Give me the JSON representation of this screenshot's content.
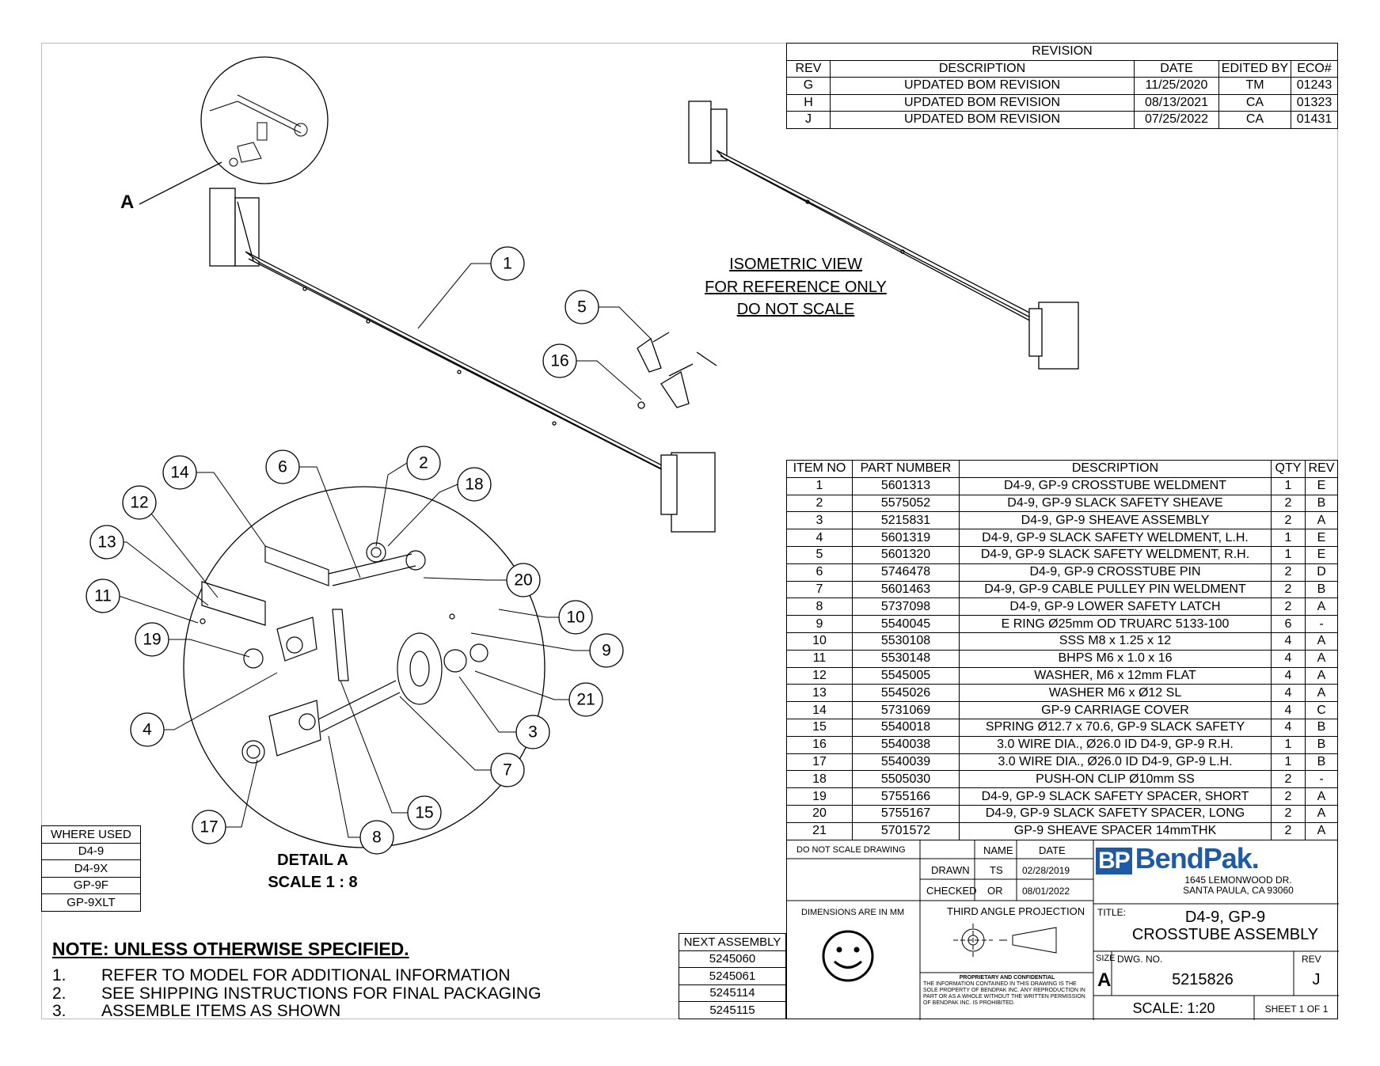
{
  "revision": {
    "title": "REVISION",
    "headers": [
      "REV",
      "DESCRIPTION",
      "DATE",
      "EDITED BY",
      "ECO#"
    ],
    "rows": [
      [
        "G",
        "UPDATED BOM REVISION",
        "11/25/2020",
        "TM",
        "01243"
      ],
      [
        "H",
        "UPDATED BOM REVISION",
        "08/13/2021",
        "CA",
        "01323"
      ],
      [
        "J",
        "UPDATED BOM REVISION",
        "07/25/2022",
        "CA",
        "01431"
      ]
    ]
  },
  "iso_note": [
    "ISOMETRIC VIEW",
    "FOR REFERENCE ONLY",
    "DO NOT SCALE"
  ],
  "detail_label": "A",
  "detail_title": [
    "DETAIL A",
    "SCALE 1 : 8"
  ],
  "balloons": {
    "top": [
      "1",
      "5",
      "16"
    ],
    "detail": [
      "14",
      "6",
      "2",
      "18",
      "12",
      "13",
      "11",
      "19",
      "20",
      "10",
      "9",
      "21",
      "3",
      "7",
      "4",
      "17",
      "8",
      "15"
    ]
  },
  "bom": {
    "headers": [
      "ITEM NO",
      "PART NUMBER",
      "DESCRIPTION",
      "QTY",
      "REV"
    ],
    "rows": [
      [
        "1",
        "5601313",
        "D4-9, GP-9 CROSSTUBE WELDMENT",
        "1",
        "E"
      ],
      [
        "2",
        "5575052",
        "D4-9, GP-9 SLACK SAFETY SHEAVE",
        "2",
        "B"
      ],
      [
        "3",
        "5215831",
        "D4-9, GP-9 SHEAVE ASSEMBLY",
        "2",
        "A"
      ],
      [
        "4",
        "5601319",
        "D4-9, GP-9 SLACK SAFETY WELDMENT, L.H.",
        "1",
        "E"
      ],
      [
        "5",
        "5601320",
        "D4-9, GP-9 SLACK SAFETY WELDMENT, R.H.",
        "1",
        "E"
      ],
      [
        "6",
        "5746478",
        "D4-9, GP-9 CROSSTUBE PIN",
        "2",
        "D"
      ],
      [
        "7",
        "5601463",
        "D4-9, GP-9 CABLE PULLEY PIN WELDMENT",
        "2",
        "B"
      ],
      [
        "8",
        "5737098",
        "D4-9, GP-9 LOWER SAFETY LATCH",
        "2",
        "A"
      ],
      [
        "9",
        "5540045",
        "E RING Ø25mm OD TRUARC 5133-100",
        "6",
        "-"
      ],
      [
        "10",
        "5530108",
        "SSS M8 x 1.25 x 12",
        "4",
        "A"
      ],
      [
        "11",
        "5530148",
        "BHPS M6 x 1.0 x 16",
        "4",
        "A"
      ],
      [
        "12",
        "5545005",
        "WASHER, M6 x 12mm FLAT",
        "4",
        "A"
      ],
      [
        "13",
        "5545026",
        "WASHER M6 x Ø12 SL",
        "4",
        "A"
      ],
      [
        "14",
        "5731069",
        "GP-9 CARRIAGE COVER",
        "4",
        "C"
      ],
      [
        "15",
        "5540018",
        "SPRING Ø12.7 x 70.6, GP-9 SLACK SAFETY",
        "4",
        "B"
      ],
      [
        "16",
        "5540038",
        "3.0 WIRE DIA., Ø26.0 ID D4-9, GP-9 R.H.",
        "1",
        "B"
      ],
      [
        "17",
        "5540039",
        "3.0 WIRE DIA., Ø26.0 ID D4-9, GP-9 L.H.",
        "1",
        "B"
      ],
      [
        "18",
        "5505030",
        "PUSH-ON CLIP Ø10mm SS",
        "2",
        "-"
      ],
      [
        "19",
        "5755166",
        "D4-9, GP-9 SLACK SAFETY SPACER, SHORT",
        "2",
        "A"
      ],
      [
        "20",
        "5755167",
        "D4-9, GP-9 SLACK SAFETY SPACER, LONG",
        "2",
        "A"
      ],
      [
        "21",
        "5701572",
        "GP-9 SHEAVE SPACER 14mmTHK",
        "2",
        "A"
      ]
    ]
  },
  "where_used": {
    "header": "WHERE USED",
    "items": [
      "D4-9",
      "D4-9X",
      "GP-9F",
      "GP-9XLT"
    ]
  },
  "notes": {
    "heading": "NOTE: UNLESS OTHERWISE SPECIFIED",
    "heading_end": ".",
    "items": [
      {
        "n": "1.",
        "text": "REFER TO MODEL FOR ADDITIONAL INFORMATION"
      },
      {
        "n": "2.",
        "text": "SEE SHIPPING INSTRUCTIONS FOR FINAL PACKAGING"
      },
      {
        "n": "3.",
        "text": "ASSEMBLE ITEMS AS SHOWN"
      }
    ]
  },
  "next_assembly": {
    "header": "NEXT ASSEMBLY",
    "items": [
      "5245060",
      "5245061",
      "5245114",
      "5245115"
    ]
  },
  "title_block": {
    "do_not_scale": "DO NOT SCALE DRAWING",
    "dimensions": "DIMENSIONS ARE IN MM",
    "name_header": "NAME",
    "date_header": "DATE",
    "drawn_label": "DRAWN",
    "drawn_name": "TS",
    "drawn_date": "02/28/2019",
    "checked_label": "CHECKED",
    "checked_name": "OR",
    "checked_date": "08/01/2022",
    "projection": "THIRD ANGLE PROJECTION",
    "proprietary_title": "PROPRIETARY AND CONFIDENTIAL",
    "proprietary_text": "THE INFORMATION CONTAINED IN THIS DRAWING IS THE SOLE PROPERTY OF BENDPAK INC. ANY REPRODUCTION IN PART OR AS A WHOLE WITHOUT THE WRITTEN PERMISSION OF BENDPAK INC. IS PROHIBITED.",
    "logo_mark": "BP",
    "logo_text": "BendPak",
    "logo_suffix": ".",
    "address1": "1645 LEMONWOOD DR.",
    "address2": "SANTA PAULA, CA 93060",
    "title_label": "TITLE:",
    "title1": "D4-9, GP-9",
    "title2": "CROSSTUBE ASSEMBLY",
    "size_label": "SIZE",
    "size": "A",
    "dwg_label": "DWG.  NO.",
    "dwg_no": "5215826",
    "rev_label": "REV",
    "rev": "J",
    "scale": "SCALE: 1:20",
    "sheet": "SHEET 1 OF 1"
  },
  "colors": {
    "logo_blue": "#1f5aa6"
  }
}
